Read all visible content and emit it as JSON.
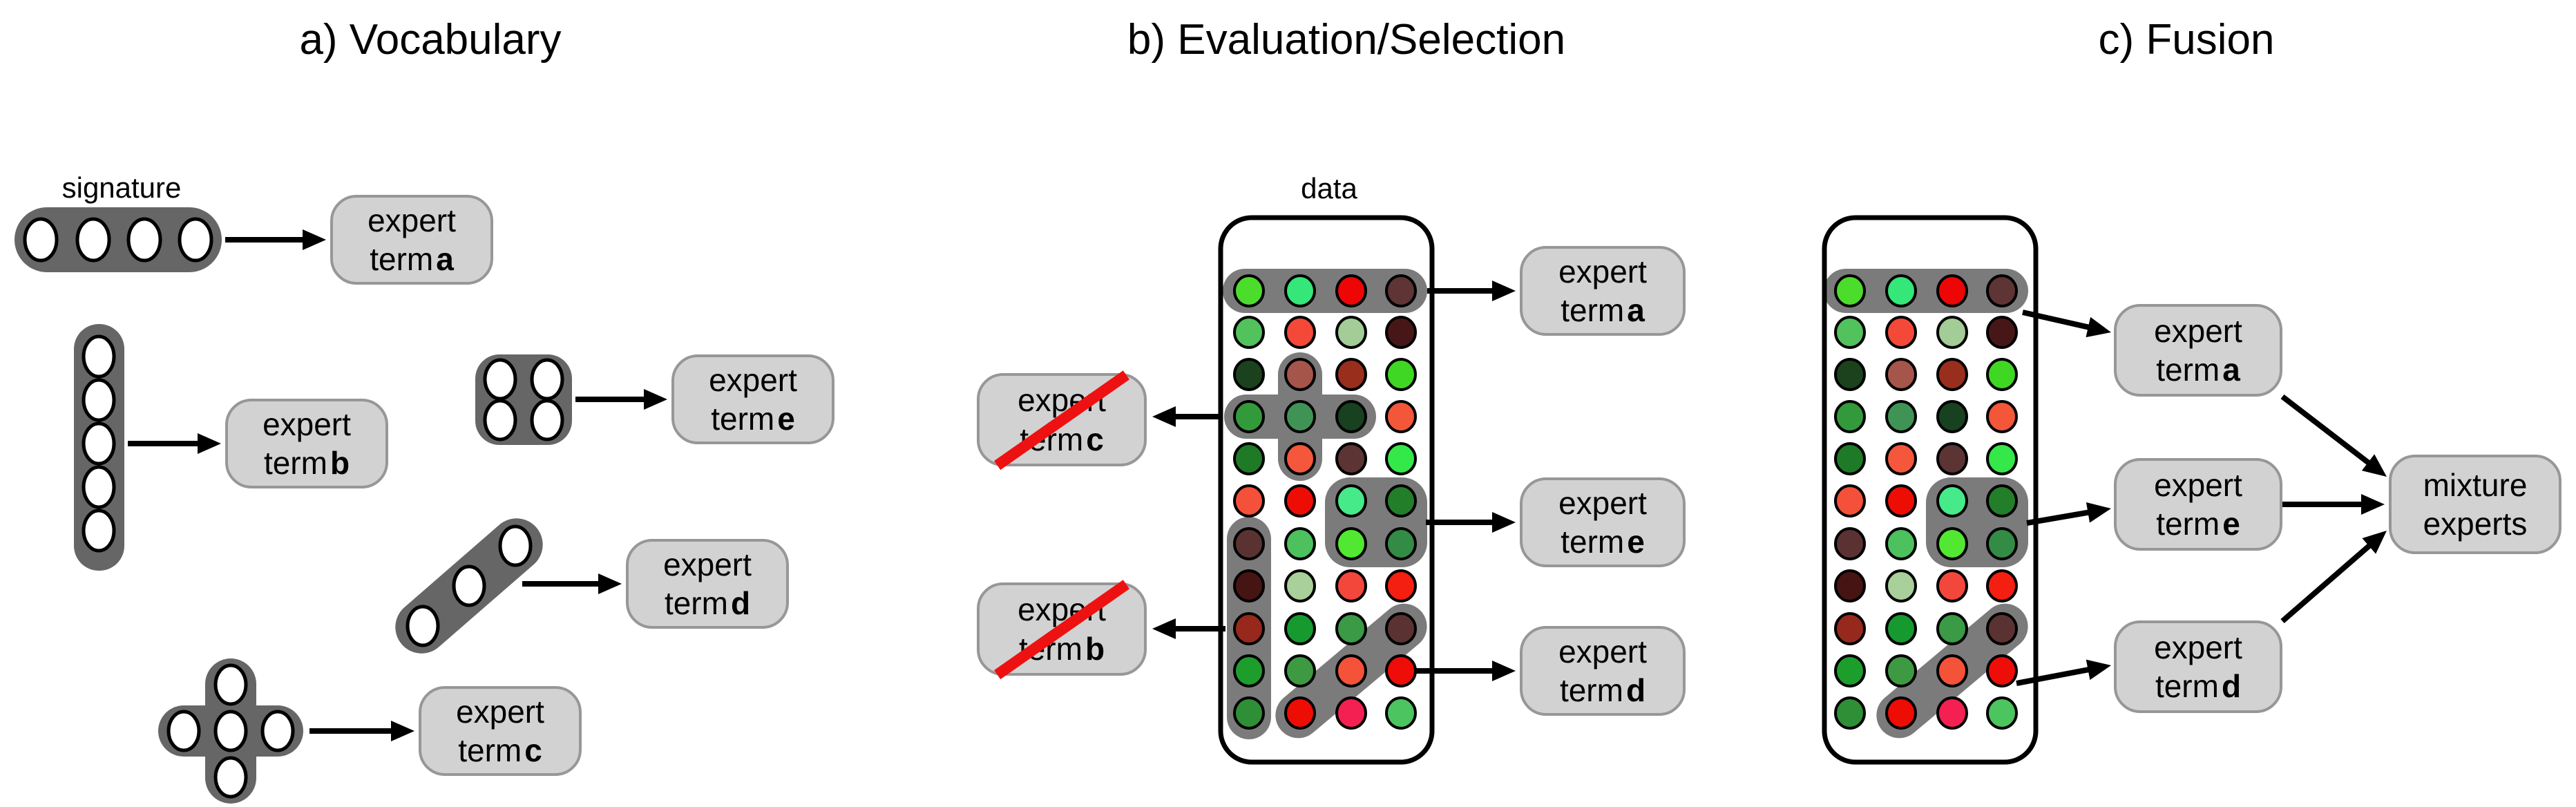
{
  "panels": {
    "a": {
      "title": "a) Vocabulary",
      "signature_label": "signature"
    },
    "b": {
      "title": "b) Evaluation/Selection",
      "data_label": "data"
    },
    "c": {
      "title": "c) Fusion"
    }
  },
  "boxes": {
    "pa_a": {
      "line1": "expert",
      "line2": "term",
      "letter": "a",
      "crossed": false
    },
    "pa_b": {
      "line1": "expert",
      "line2": "term",
      "letter": "b",
      "crossed": false
    },
    "pa_e": {
      "line1": "expert",
      "line2": "term",
      "letter": "e",
      "crossed": false
    },
    "pa_d": {
      "line1": "expert",
      "line2": "term",
      "letter": "d",
      "crossed": false
    },
    "pa_c": {
      "line1": "expert",
      "line2": "term",
      "letter": "c",
      "crossed": false
    },
    "pb_a": {
      "line1": "expert",
      "line2": "term",
      "letter": "a",
      "crossed": false
    },
    "pb_c": {
      "line1": "expert",
      "line2": "term",
      "letter": "c",
      "crossed": true
    },
    "pb_e": {
      "line1": "expert",
      "line2": "term",
      "letter": "e",
      "crossed": false
    },
    "pb_b": {
      "line1": "expert",
      "line2": "term",
      "letter": "b",
      "crossed": true
    },
    "pb_d": {
      "line1": "expert",
      "line2": "term",
      "letter": "d",
      "crossed": false
    },
    "pc_a": {
      "line1": "expert",
      "line2": "term",
      "letter": "a",
      "crossed": false
    },
    "pc_e": {
      "line1": "expert",
      "line2": "term",
      "letter": "e",
      "crossed": false
    },
    "pc_d": {
      "line1": "expert",
      "line2": "term",
      "letter": "d",
      "crossed": false
    },
    "mixture": {
      "line1": "mixture",
      "line2": "experts"
    }
  },
  "colors": {
    "shape_gray": "#666666",
    "highlight_gray": "#7b7b7b",
    "box_fill": "#d2d2d2",
    "box_border": "#979797",
    "strike_red": "#ee1111",
    "arrow_black": "#000000",
    "data_box_border": "#000000",
    "circle_hole_white": "#ffffff"
  },
  "grid": {
    "rows": 11,
    "cols": 4,
    "cell_colors": [
      [
        "#4cdd2c",
        "#35e678",
        "#ee0505",
        "#5e3434"
      ],
      [
        "#52c25c",
        "#f44938",
        "#a3cc96",
        "#471718"
      ],
      [
        "#1b421c",
        "#a6554a",
        "#992e1c",
        "#3fd723"
      ],
      [
        "#339a3c",
        "#3f9455",
        "#17411f",
        "#f4563a"
      ],
      [
        "#1e7a26",
        "#f4573c",
        "#5c3434",
        "#35e84a"
      ],
      [
        "#f4503a",
        "#ee0d05",
        "#46ea89",
        "#237e2a"
      ],
      [
        "#5b3232",
        "#4cc15e",
        "#52e832",
        "#338c46"
      ],
      [
        "#471414",
        "#a9cf9a",
        "#f4473c",
        "#f41f10"
      ],
      [
        "#97291c",
        "#169a2f",
        "#3b9a46",
        "#5b3232"
      ],
      [
        "#1d9e2c",
        "#3e9a42",
        "#f4533a",
        "#ee0d08"
      ],
      [
        "#2e8f37",
        "#ee0d05",
        "#f42052",
        "#4cc45f"
      ]
    ]
  },
  "vocabulary_shapes": [
    {
      "term": "a",
      "shape": "horizontal-row",
      "holes": 4
    },
    {
      "term": "b",
      "shape": "vertical-column",
      "holes": 5
    },
    {
      "term": "e",
      "shape": "square-2x2",
      "holes": 4
    },
    {
      "term": "d",
      "shape": "diagonal",
      "holes": 3
    },
    {
      "term": "c",
      "shape": "plus",
      "holes": 5
    }
  ],
  "selection_groups": {
    "panel_b": [
      {
        "term": "a",
        "shape": "horizontal-row",
        "cells": [
          [
            0,
            0
          ],
          [
            0,
            1
          ],
          [
            0,
            2
          ],
          [
            0,
            3
          ]
        ],
        "crossed_out": false
      },
      {
        "term": "c",
        "shape": "plus",
        "cells": [
          [
            2,
            1
          ],
          [
            3,
            0
          ],
          [
            3,
            1
          ],
          [
            3,
            2
          ],
          [
            4,
            1
          ]
        ],
        "crossed_out": true
      },
      {
        "term": "e",
        "shape": "square-2x2",
        "cells": [
          [
            5,
            2
          ],
          [
            5,
            3
          ],
          [
            6,
            2
          ],
          [
            6,
            3
          ]
        ],
        "crossed_out": false
      },
      {
        "term": "b",
        "shape": "vertical-column",
        "cells": [
          [
            6,
            0
          ],
          [
            7,
            0
          ],
          [
            8,
            0
          ],
          [
            9,
            0
          ],
          [
            10,
            0
          ]
        ],
        "crossed_out": true
      },
      {
        "term": "d",
        "shape": "diagonal",
        "cells": [
          [
            8,
            3
          ],
          [
            9,
            2
          ],
          [
            10,
            1
          ]
        ],
        "crossed_out": false
      }
    ],
    "panel_c": [
      {
        "term": "a",
        "shape": "horizontal-row",
        "cells": [
          [
            0,
            0
          ],
          [
            0,
            1
          ],
          [
            0,
            2
          ],
          [
            0,
            3
          ]
        ]
      },
      {
        "term": "e",
        "shape": "square-2x2",
        "cells": [
          [
            5,
            2
          ],
          [
            5,
            3
          ],
          [
            6,
            2
          ],
          [
            6,
            3
          ]
        ]
      },
      {
        "term": "d",
        "shape": "diagonal",
        "cells": [
          [
            8,
            3
          ],
          [
            9,
            2
          ],
          [
            10,
            1
          ]
        ]
      }
    ]
  }
}
